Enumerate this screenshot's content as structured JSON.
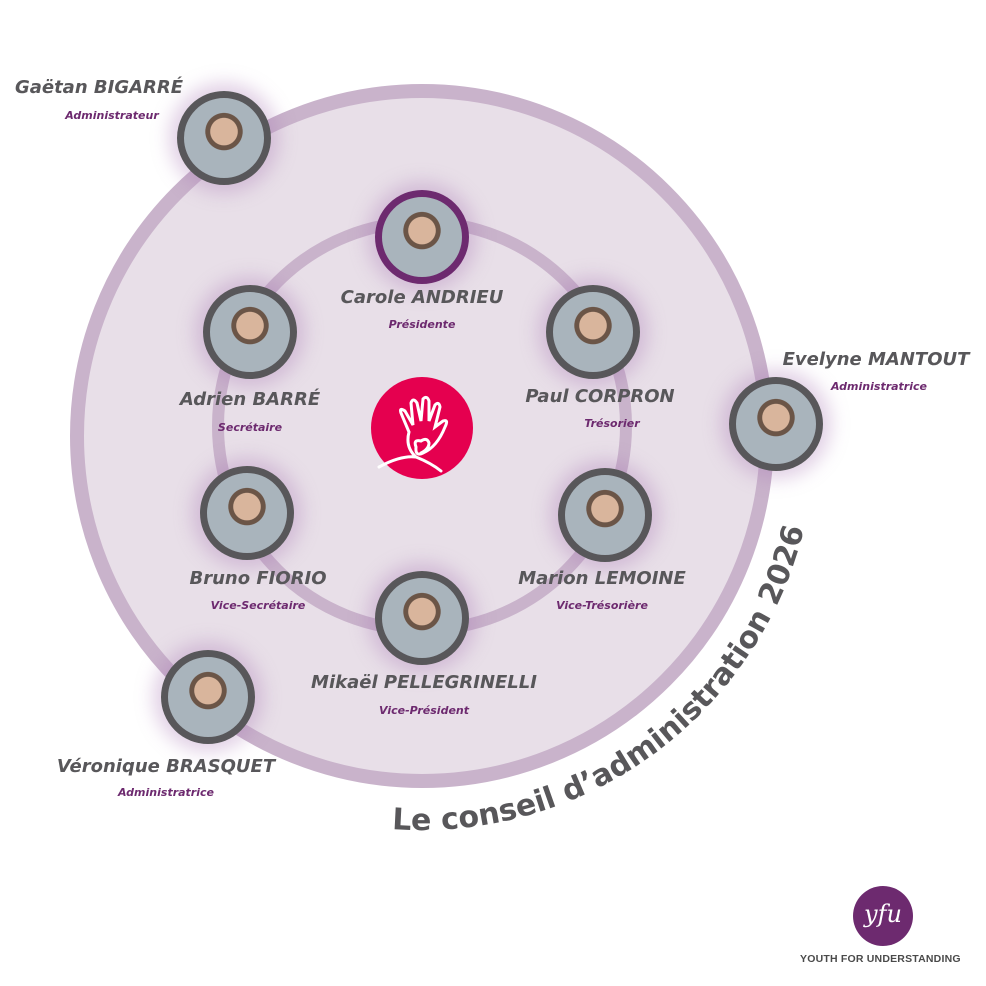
{
  "title": "Le conseil d’administration  2026",
  "colors": {
    "accent": "#6d2a6f",
    "ring": "#c9b3cb",
    "fill": "#e8dfe8",
    "logo": "#e5004f"
  },
  "members": [
    {
      "name": "Gaëtan BIGARRÉ",
      "role": "Administrateur"
    },
    {
      "name": "Carole ANDRIEU",
      "role": "Présidente"
    },
    {
      "name": "Adrien BARRÉ",
      "role": "Secrétaire"
    },
    {
      "name": "Paul CORPRON",
      "role": "Trésorier"
    },
    {
      "name": "Evelyne MANTOUT",
      "role": "Administratrice"
    },
    {
      "name": "Bruno FIORIO",
      "role": "Vice-Secrétaire"
    },
    {
      "name": "Marion LEMOINE",
      "role": "Vice-Trésorière"
    },
    {
      "name": "Mikaël PELLEGRINELLI",
      "role": "Vice-Président"
    },
    {
      "name": "Véronique BRASQUET",
      "role": "Administratrice"
    }
  ],
  "brand": {
    "logo_text": "yfu",
    "name": "YOUTH FOR UNDERSTANDING"
  }
}
